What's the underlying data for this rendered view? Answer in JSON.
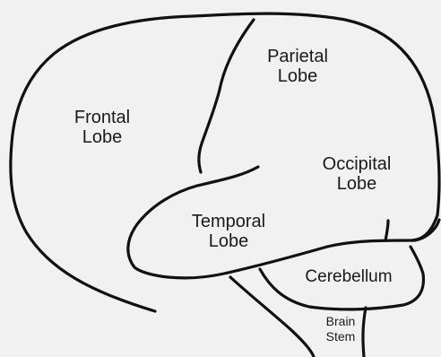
{
  "diagram": {
    "labels": {
      "frontal": "Frontal\nLobe",
      "parietal": "Parietal\nLobe",
      "occipital": "Occipital\nLobe",
      "temporal": "Temporal\nLobe",
      "cerebellum": "Cerebellum",
      "brain_stem": "Brain\nStem"
    }
  }
}
